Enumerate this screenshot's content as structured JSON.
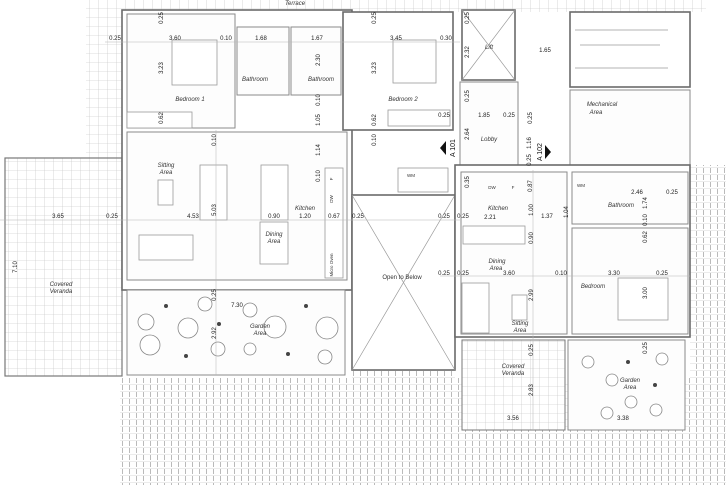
{
  "title": "Floor Plan",
  "rooms": {
    "terrace": "Terrace",
    "bedroom1": "Bedroom 1",
    "bathroom_a": "Bathroom",
    "bathroom_b": "Bathroom",
    "bedroom2": "Bedroom 2",
    "lift": "Lift",
    "mechanical_1": "Mechanical",
    "mechanical_2": "Area",
    "lobby": "Lobby",
    "sitting1_1": "Sitting",
    "sitting1_2": "Area",
    "kitchen1": "Kitchen",
    "dining1_1": "Dining",
    "dining1_2": "Area",
    "veranda1_1": "Covered",
    "veranda1_2": "Veranda",
    "garden1_1": "Garden",
    "garden1_2": "Area",
    "open_below": "Open to Below",
    "kitchen2": "Kitchen",
    "bathroom2": "Bathroom",
    "dining2_1": "Dining",
    "dining2_2": "Area",
    "bedroom3": "Bedroom",
    "sitting2_1": "Sitting",
    "sitting2_2": "Area",
    "veranda2_1": "Covered",
    "veranda2_2": "Veranda",
    "garden2_1": "Garden",
    "garden2_2": "Area"
  },
  "appliances": {
    "wm1": "WM",
    "dw1": "DW",
    "f1": "F",
    "micro": "Micro Oven",
    "dw2": "DW",
    "f2": "F",
    "wm2": "WM"
  },
  "sections": {
    "a101": "A 101",
    "a102": "A 102"
  },
  "dimensions": [
    "0.25",
    "3.60",
    "0.10",
    "1.68",
    "1.67",
    "0.25",
    "3.23",
    "0.62",
    "0.10",
    "2.30",
    "0.10",
    "1.05",
    "1.14",
    "0.10",
    "0.25",
    "3.45",
    "0.30",
    "3.23",
    "0.62",
    "0.10",
    "0.25",
    "2.32",
    "1.65",
    "0.25",
    "0.25",
    "1.85",
    "0.25",
    "0.25",
    "2.64",
    "1.16",
    "0.25",
    "0.35",
    "0.87",
    "3.65",
    "0.25",
    "4.53",
    "5.03",
    "0.90",
    "1.20",
    "0.67",
    "0.25",
    "0.25",
    "0.25",
    "7.10",
    "0.25",
    "7.30",
    "2.92",
    "0.25",
    "2.21",
    "1.00",
    "1.37",
    "1.04",
    "2.46",
    "0.25",
    "1.74",
    "0.10",
    "0.62",
    "0.90",
    "0.25",
    "3.60",
    "0.10",
    "3.30",
    "0.25",
    "2.99",
    "3.00",
    "0.25",
    "0.25",
    "2.83",
    "3.56",
    "3.38"
  ]
}
